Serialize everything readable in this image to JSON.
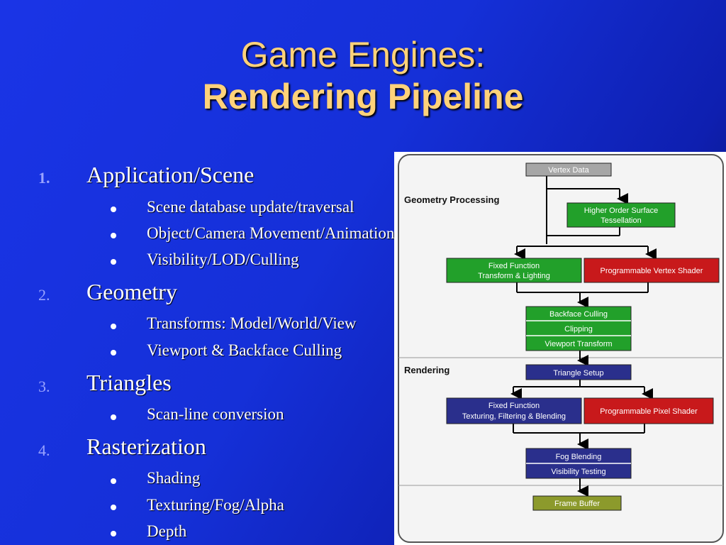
{
  "slide": {
    "title_line1": "Game Engines:",
    "title_line2": "Rendering Pipeline"
  },
  "items": [
    {
      "number": "1.",
      "heading": "Application/Scene",
      "bullets": [
        "Scene database update/traversal",
        "Object/Camera Movement/Animation",
        "Visibility/LOD/Culling"
      ]
    },
    {
      "number": "2.",
      "heading": "Geometry",
      "bullets": [
        "Transforms: Model/World/View",
        "Viewport & Backface Culling"
      ]
    },
    {
      "number": "3.",
      "heading": "Triangles",
      "bullets": [
        "Scan-line conversion"
      ]
    },
    {
      "number": "4.",
      "heading": "Rasterization",
      "bullets": [
        "Shading",
        "Texturing/Fog/Alpha",
        "Depth"
      ]
    }
  ],
  "diagram": {
    "sections": {
      "geometry": "Geometry Processing",
      "rendering": "Rendering"
    },
    "boxes": {
      "vertex_data": "Vertex Data",
      "hos_line1": "Higher Order Surface",
      "hos_line2": "Tessellation",
      "fft_line1": "Fixed Function",
      "fft_line2": "Transform & Lighting",
      "pvs": "Programmable Vertex  Shader",
      "backface": "Backface Culling",
      "clipping": "Clipping",
      "viewport": "Viewport Transform",
      "triangle_setup": "Triangle Setup",
      "fftex_line1": "Fixed Function",
      "fftex_line2": "Texturing, Filtering & Blending",
      "pps": "Programmable Pixel Shader",
      "fog": "Fog Blending",
      "visibility": "Visibility Testing",
      "frame_buffer": "Frame Buffer"
    },
    "colors": {
      "green": "#22a02a",
      "red": "#c8191b",
      "navy": "#2a2f8c",
      "gray": "#a6a6a6",
      "olive": "#8c9a2c"
    }
  },
  "colors": {
    "title": "#ffd27a",
    "background": "#1530d8"
  }
}
